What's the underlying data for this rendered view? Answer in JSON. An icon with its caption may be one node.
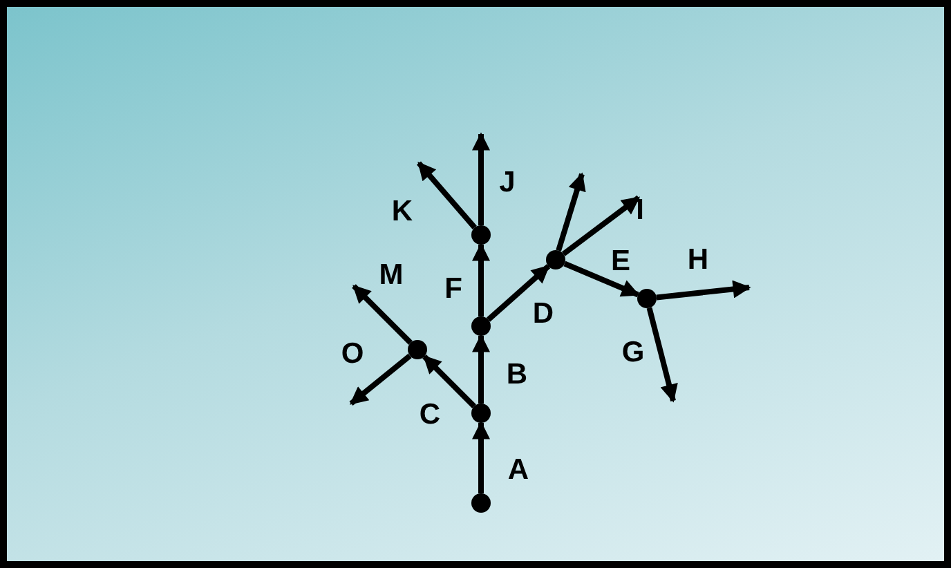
{
  "diagram": {
    "nodes": [
      {
        "text": [],
        "shape": "circle"
      },
      {
        "text": [],
        "shape": "circle"
      },
      {
        "text": [],
        "shape": "circle"
      },
      {
        "text": [],
        "shape": "circle"
      },
      {
        "text": [],
        "shape": "circle"
      },
      {
        "text": [],
        "shape": "circle"
      },
      {
        "text": [],
        "shape": "circle"
      }
    ],
    "edges": [
      {
        "from": 0,
        "to": 1,
        "arrow": "to",
        "label": "A"
      },
      {
        "from": 1,
        "to": 2,
        "arrow": "to",
        "label": "B"
      },
      {
        "from": 1,
        "to": 4,
        "arrow": "to",
        "label": "C"
      },
      {
        "from": 2,
        "to": 3,
        "arrow": "to",
        "label": "F"
      },
      {
        "from": 2,
        "to": 5,
        "arrow": "to",
        "label": "D"
      },
      {
        "from": 3,
        "to": null,
        "arrow": "to",
        "label": "J"
      },
      {
        "from": 3,
        "to": null,
        "arrow": "to",
        "label": "K"
      },
      {
        "from": 4,
        "to": null,
        "arrow": "to",
        "label": "M"
      },
      {
        "from": 4,
        "to": null,
        "arrow": "to",
        "label": "O"
      },
      {
        "from": 5,
        "to": 6,
        "arrow": "to",
        "label": "E"
      },
      {
        "from": 5,
        "to": null,
        "arrow": "to"
      },
      {
        "from": 5,
        "to": null,
        "arrow": "to",
        "label": "I"
      },
      {
        "from": 6,
        "to": null,
        "arrow": "to",
        "label": "H"
      },
      {
        "from": 6,
        "to": null,
        "arrow": "to",
        "label": "G"
      }
    ]
  }
}
